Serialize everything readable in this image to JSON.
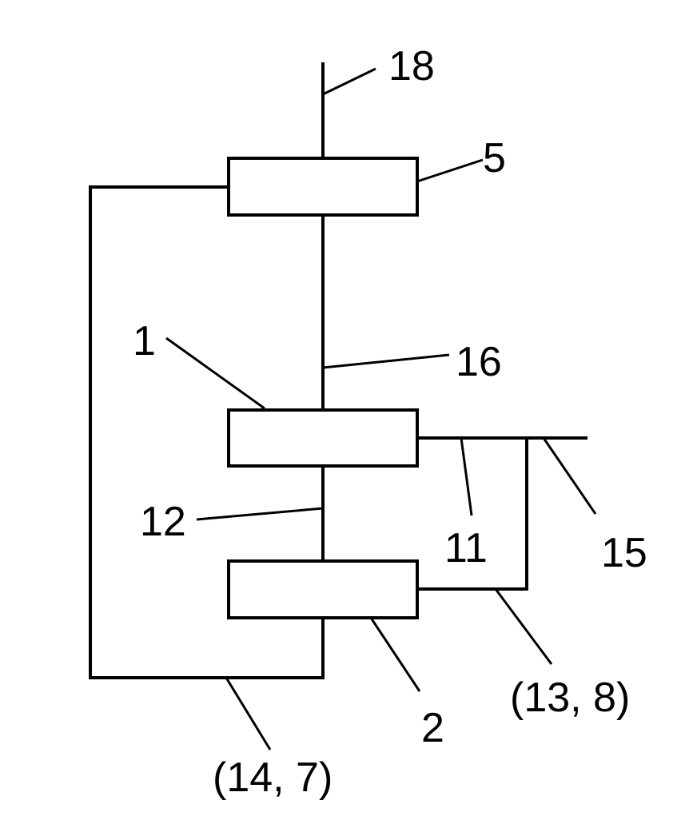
{
  "labels": {
    "l18": "18",
    "l5": "5",
    "l1": "1",
    "l16": "16",
    "l12": "12",
    "l11": "11",
    "l15": "15",
    "l2": "2",
    "l13_8": "(13, 8)",
    "l14_7": "(14, 7)"
  }
}
